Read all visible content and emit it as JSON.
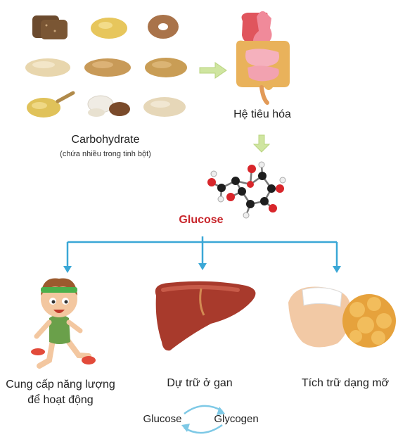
{
  "food": {
    "label": "Carbohydrate",
    "sublabel": "(chứa nhiều trong tinh bột)",
    "items": [
      "bread-icon",
      "potato-icon",
      "bagel-icon",
      "oats-icon",
      "cereal-flakes-icon",
      "pasta-icon",
      "flour-scoop-icon",
      "seeds-bowl-icon",
      "rice-icon"
    ]
  },
  "digestive": {
    "label": "Hệ tiêu hóa"
  },
  "glucose": {
    "label": "Glucose",
    "color": "#c8262c"
  },
  "outcomes": [
    {
      "label_line1": "Cung cấp năng lượng",
      "label_line2": "để hoạt động"
    },
    {
      "label": "Dự trữ ở gan"
    },
    {
      "label": "Tích trữ dạng mỡ"
    }
  ],
  "cycle": {
    "left": "Glucose",
    "right": "Glycogen"
  },
  "colors": {
    "arrow_green": "#cfe5a0",
    "arrow_blue": "#3aa7d6",
    "cycle_arrow": "#7ec9e6"
  }
}
